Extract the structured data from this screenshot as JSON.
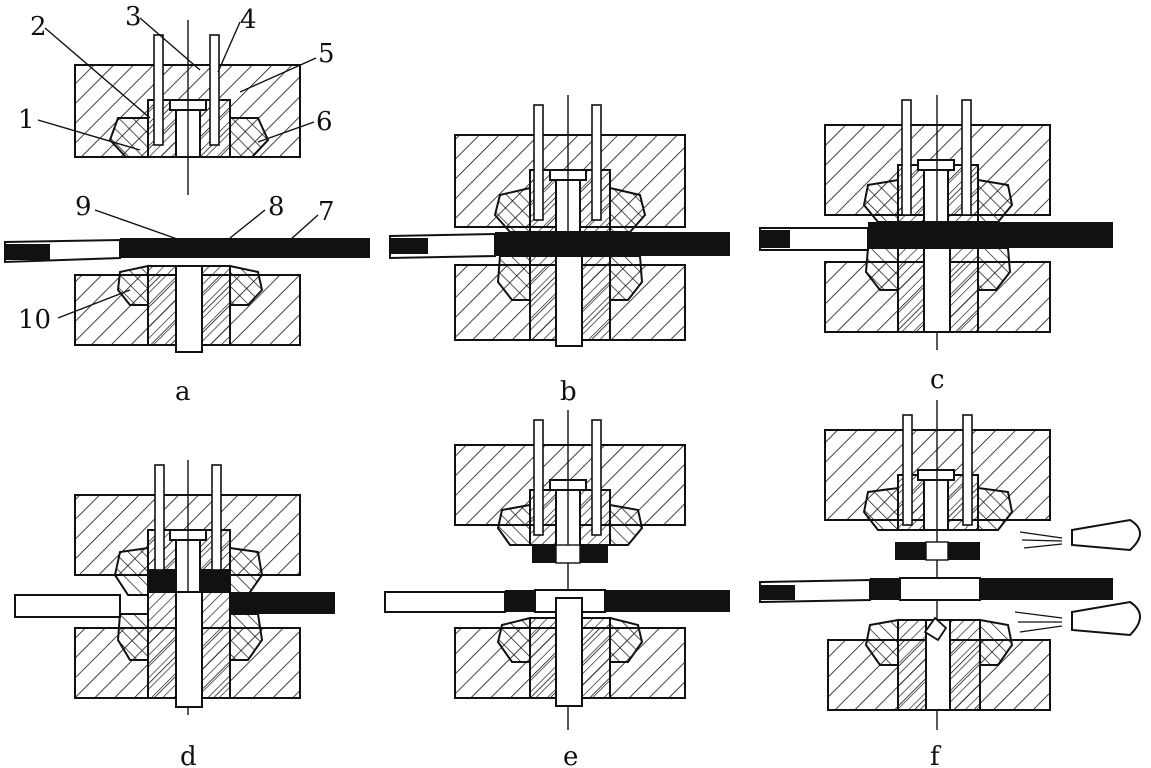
{
  "figure": {
    "captions": [
      "a",
      "b",
      "c",
      "d",
      "e",
      "f"
    ],
    "part_numbers": [
      "1",
      "2",
      "3",
      "4",
      "5",
      "6",
      "7",
      "8",
      "9",
      "10"
    ]
  },
  "colors": {
    "ink": "#111111",
    "paper": "#ffffff"
  }
}
